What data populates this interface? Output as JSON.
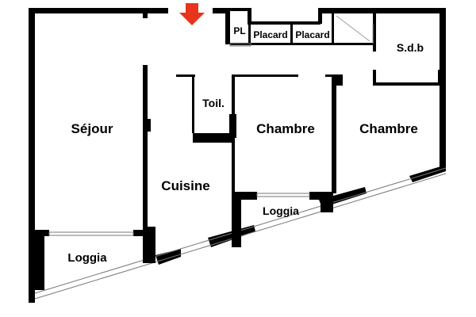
{
  "colors": {
    "wall": "#000000",
    "background": "#ffffff",
    "entrance_arrow": "#e8341c",
    "window": "#777777"
  },
  "icons": {
    "entrance": "entrance-arrow-icon"
  },
  "rooms": {
    "sejour": "Séjour",
    "cuisine": "Cuisine",
    "toilettes": "Toil.",
    "chambre_1": "Chambre",
    "chambre_2": "Chambre",
    "salle_de_bain": "S.d.b",
    "placard_1": "Placard",
    "placard_2": "Placard",
    "placard_linge": "PL",
    "loggia_1": "Loggia",
    "loggia_2": "Loggia"
  }
}
